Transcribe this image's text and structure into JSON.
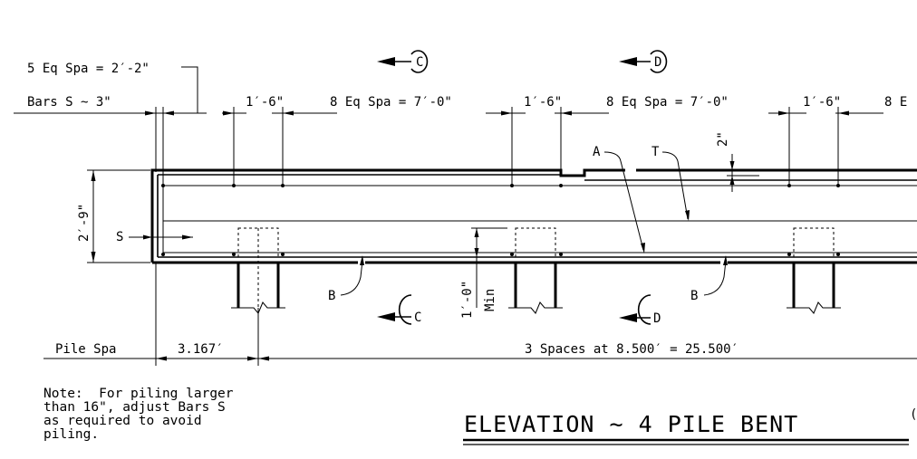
{
  "dimensions": {
    "bars_s_eq_spa": "5 Eq Spa = 2′-2\"",
    "bars_s_label": "Bars S ~ 3\"",
    "spacing_1_6_a": "1′-6\"",
    "eq_spa_a": "8 Eq Spa = 7′-0\"",
    "spacing_1_6_b": "1′-6\"",
    "eq_spa_b": "8 Eq Spa = 7′-0\"",
    "spacing_1_6_c": "1′-6\"",
    "eq_spa_c_partial": "8 E",
    "cap_height": "2′-9\"",
    "step_height": "2\"",
    "embed_min": "1′-0\"",
    "embed_min_word": "Min",
    "pile_spa_label": "Pile Spa",
    "pile_spa_first": "3.167′",
    "pile_spa_rest": "3 Spaces at 8.500′ = 25.500′"
  },
  "labels": {
    "bar_s": "S",
    "bar_a": "A",
    "bar_t": "T",
    "bar_b_left": "B",
    "bar_b_right": "B"
  },
  "section_markers": {
    "c_top": "C",
    "d_top": "D",
    "c_bottom": "C",
    "d_bottom": "D"
  },
  "title": "ELEVATION ~ 4 PILE BENT",
  "title_partial_suffix": "(",
  "note": {
    "line1": "Note:  For piling larger",
    "line2": "than 16\", adjust Bars S",
    "line3": "as required to avoid",
    "line4": "piling."
  }
}
